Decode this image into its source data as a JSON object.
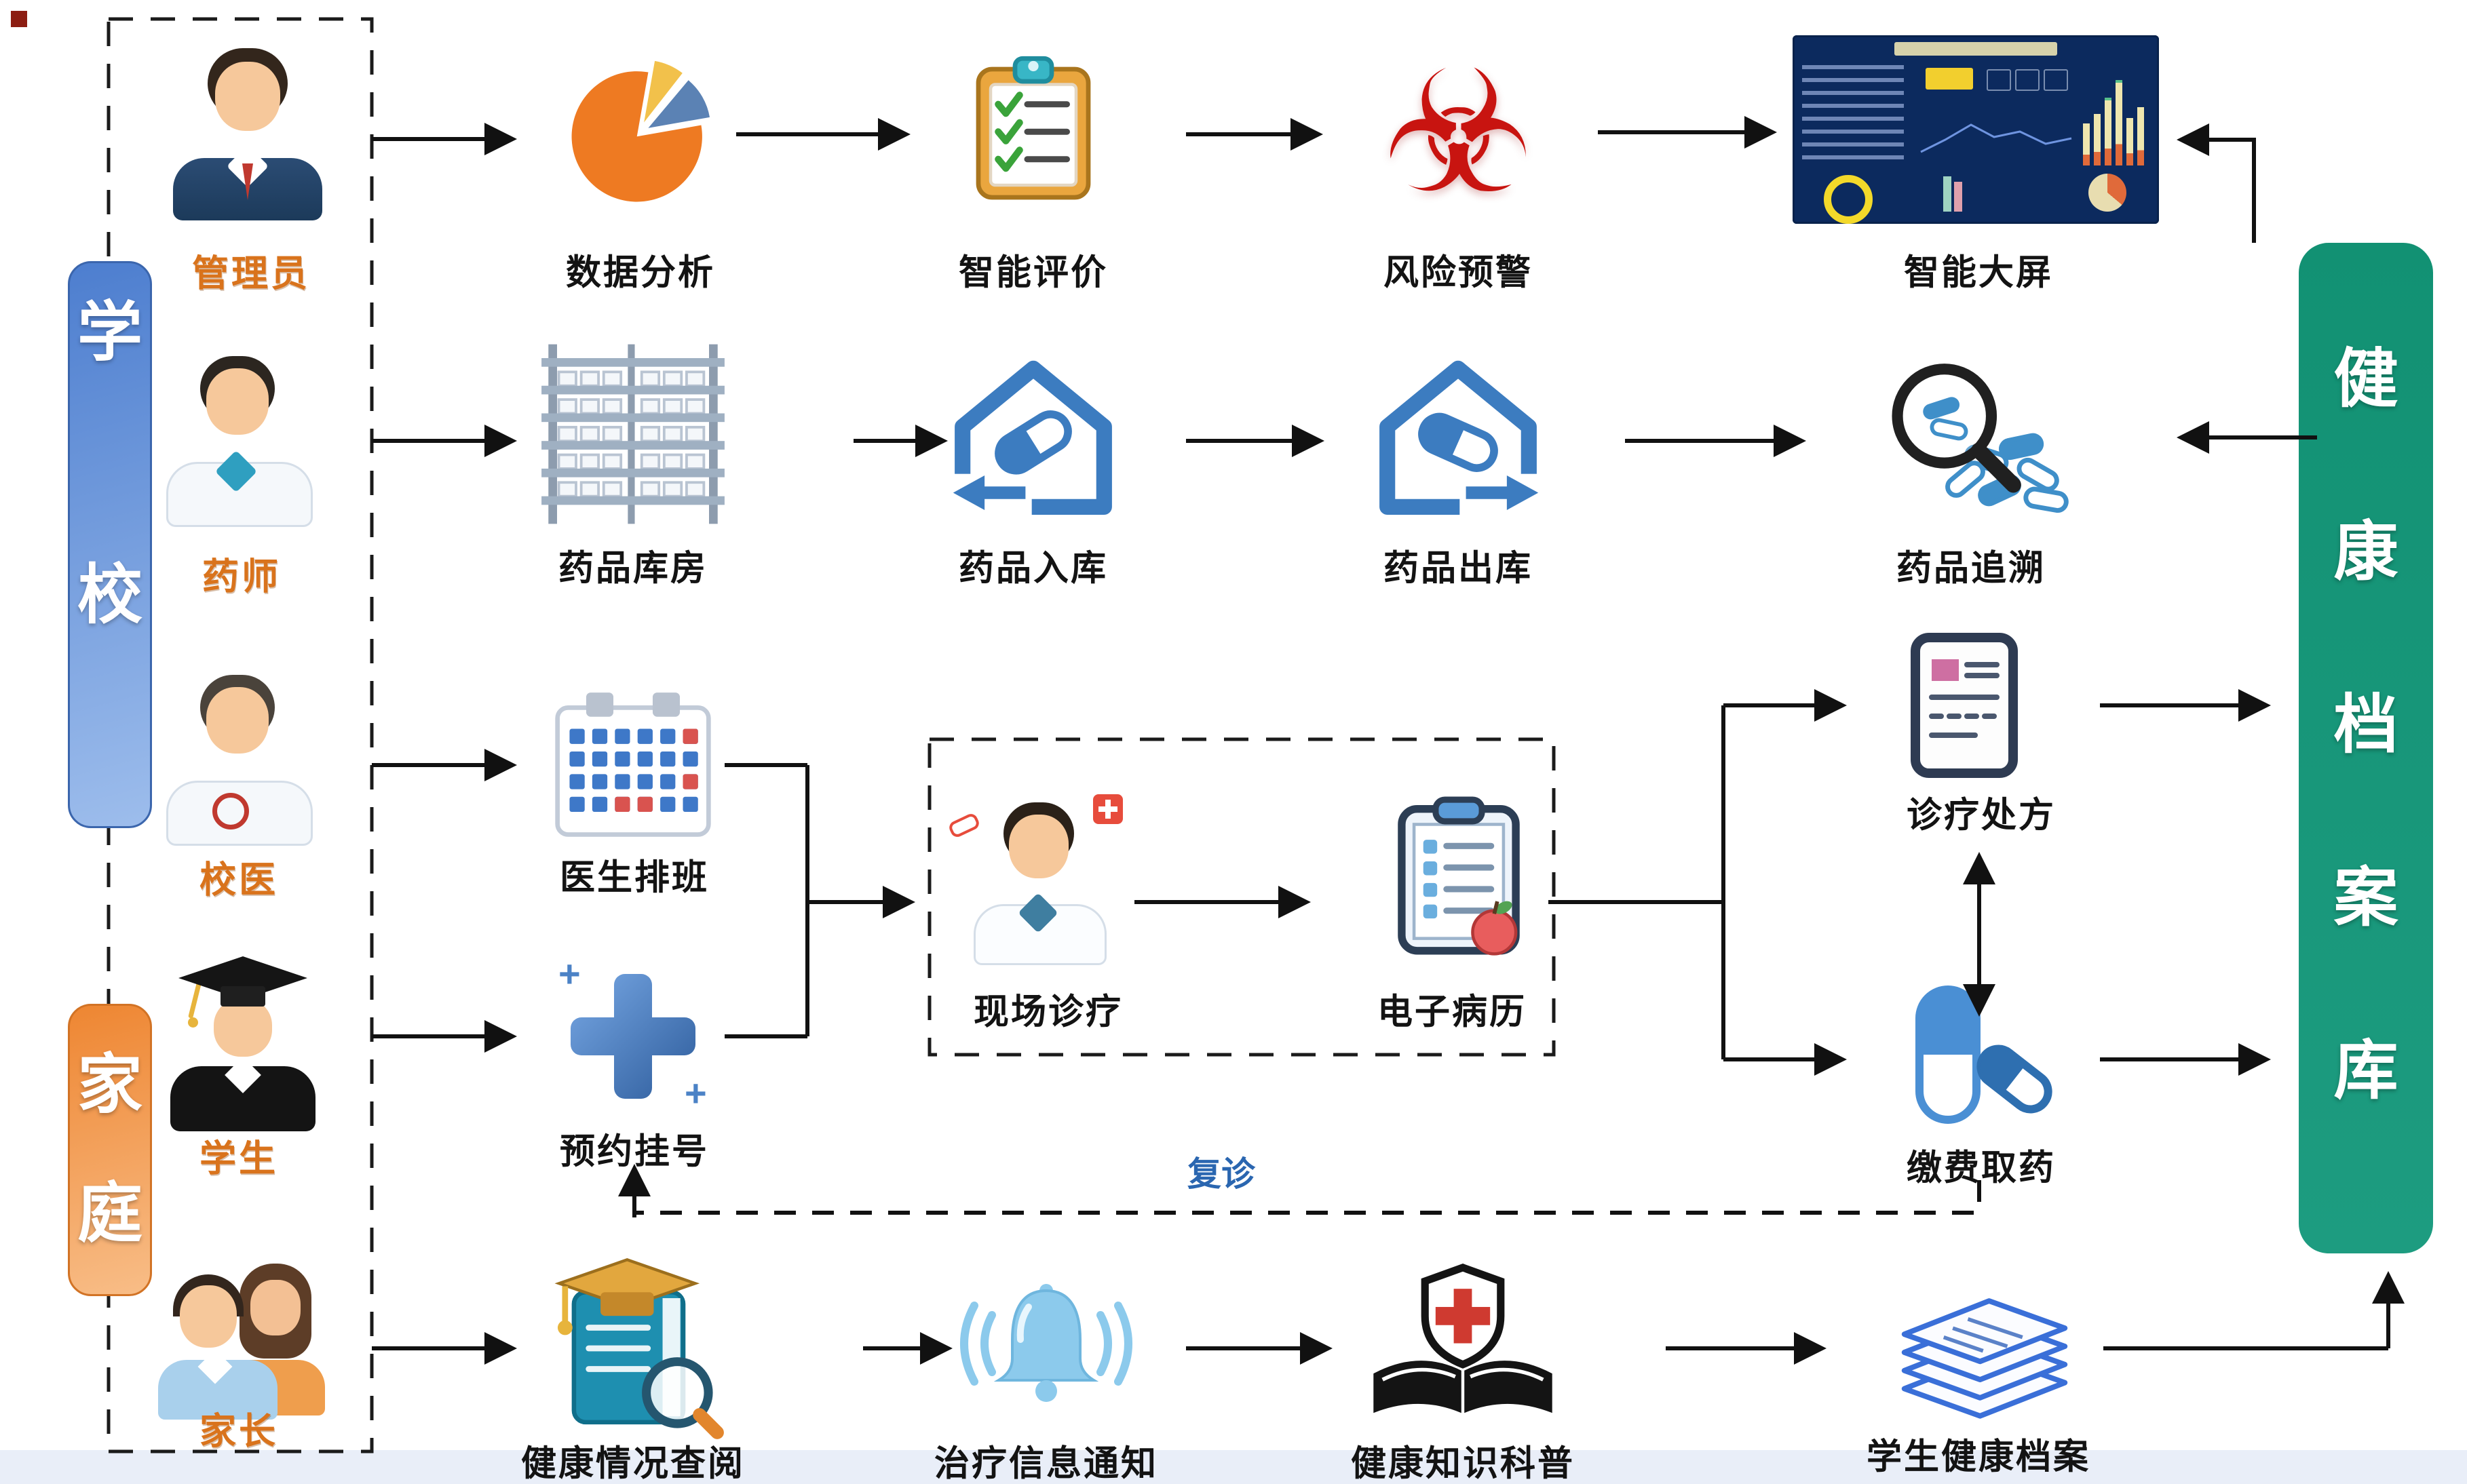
{
  "groups": {
    "school": {
      "label": "学校",
      "chars": [
        "学",
        "校"
      ]
    },
    "family": {
      "label": "家庭",
      "chars": [
        "家",
        "庭"
      ]
    },
    "repository": {
      "label": "健康档案库",
      "chars": [
        "健",
        "康",
        "档",
        "案",
        "库"
      ]
    }
  },
  "roles": [
    {
      "label": "管理员"
    },
    {
      "label": "药师"
    },
    {
      "label": "校医"
    },
    {
      "label": "学生"
    },
    {
      "label": "家长"
    }
  ],
  "nodes": {
    "data_analysis": "数据分析",
    "smart_evaluation": "智能评价",
    "risk_warning": "风险预警",
    "smart_screen": "智能大屏",
    "drug_warehouse": "药品库房",
    "drug_inbound": "药品入库",
    "drug_outbound": "药品出库",
    "drug_trace": "药品追溯",
    "doctor_schedule": "医生排班",
    "appointment": "预约挂号",
    "onsite_diagnosis": "现场诊疗",
    "emr": "电子病历",
    "prescription": "诊疗处方",
    "payment": "缴费取药",
    "health_review": "健康情况查阅",
    "treatment_notice": "治疗信息通知",
    "health_knowledge": "健康知识科普",
    "student_archive": "学生健康档案"
  },
  "edge_labels": {
    "followup": "复诊"
  },
  "colors": {
    "school_bar": "#4d7ecf",
    "family_bar": "#ee8632",
    "repository_bar": "#17937a",
    "role_label": "#d9731c",
    "node_label": "#131313",
    "followup_label": "#2a66b0",
    "arrow": "#111111",
    "biohazard": "#c81410",
    "flow_blue": "#3c7cc0"
  }
}
